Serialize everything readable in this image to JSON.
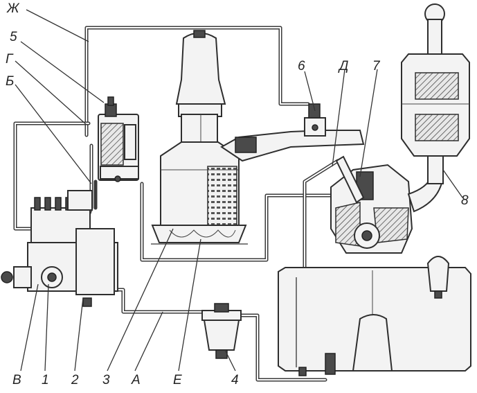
{
  "labels": {
    "zh": "Ж",
    "five": "5",
    "g": "Г",
    "b": "Б",
    "six": "6",
    "d": "Д",
    "seven": "7",
    "eight": "8",
    "v": "В",
    "one": "1",
    "two": "2",
    "three": "3",
    "a": "А",
    "e": "Е",
    "four": "4"
  }
}
